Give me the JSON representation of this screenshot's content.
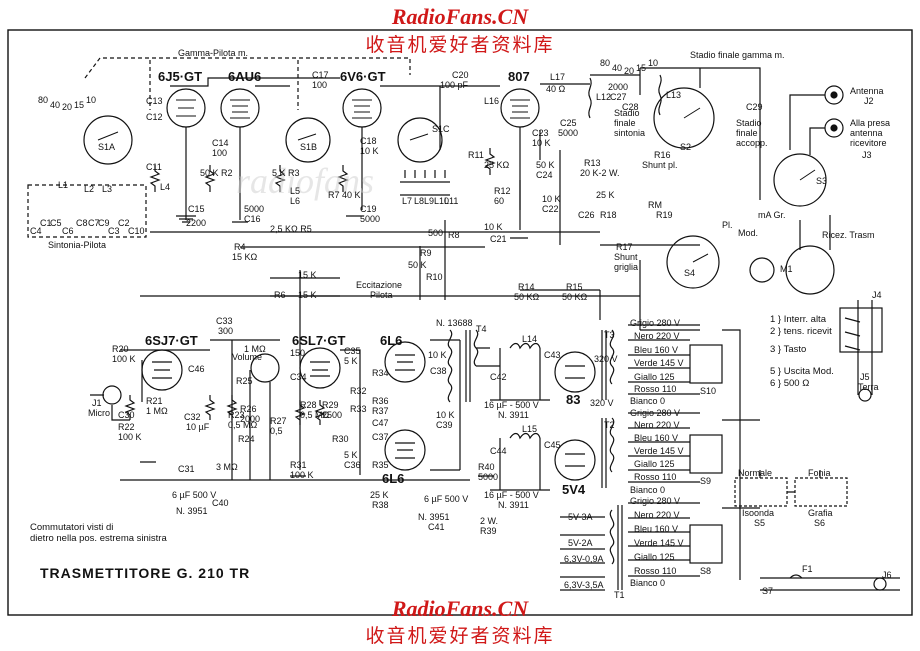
{
  "watermark": {
    "site": "RadioFans.CN",
    "cn": "收音机爱好者资料库"
  },
  "title": "TRASMETTITORE G. 210 TR",
  "note": [
    "Commutatori visti di",
    "dietro nella pos. estrema sinistra"
  ],
  "tubes": {
    "v1": "6J5·GT",
    "v2": "6AU6",
    "v3": "6V6·GT",
    "v4": "807",
    "v5": "6SJ7·GT",
    "v6": "6SL7·GT",
    "v7": "6L6",
    "v8": "6L6",
    "v9": "83",
    "v10": "5V4"
  },
  "groups": {
    "gamma_pilota": "Gamma-Pilota m.",
    "sintonia_pilota": "Sintonia-Pilota",
    "stadio_finale_gamma": "Stadio finale gamma m.",
    "stadio_finale_sintonia": [
      "Stadio",
      "finale",
      "sintonia"
    ],
    "stadio_finale_accopp": [
      "Stadio",
      "finale",
      "accopp."
    ],
    "eccitazione": [
      "Eccitazione",
      "Pilota"
    ],
    "ricez_trasm": "Ricez. Trasm",
    "antenna": "Antenna",
    "alla_presa": [
      "Alla presa",
      "antenna",
      "ricevitore"
    ],
    "micro": "Micro",
    "terra": "Terra",
    "normale": "Normale",
    "fonia": "Fonia",
    "isoonda": "Isoonda",
    "grafia": "Grafia",
    "shunt_pl": "Shunt pl.",
    "shunt_griglia": [
      "Shunt",
      "griglia"
    ],
    "volume": "Volume"
  },
  "dial_numbers_left": [
    "80",
    "40",
    "20",
    "15",
    "10"
  ],
  "dial_numbers_right": [
    "80",
    "40",
    "20",
    "15",
    "10"
  ],
  "connectors": {
    "j1": "J1",
    "j2": "J2",
    "j3": "J3",
    "j4": "J4",
    "j5": "J5",
    "j6": "J6"
  },
  "switch_legend": [
    "1 } Interr. alta",
    "2 } tens. ricevit",
    "3 } Tasto",
    "5 } Uscita Mod.",
    "6 } 500 Ω"
  ],
  "transformer_taps": {
    "t3": [
      "Grigio 280 V",
      "Nero 220 V",
      "Bleu 160 V",
      "Verde 145 V",
      "Giallo 125",
      "Rosso 110",
      "Bianco 0"
    ],
    "t2": [
      "Grigio 280 V",
      "Nero 220 V",
      "Bleu 160 V",
      "Verde 145 V",
      "Giallo 125",
      "Rosso 110",
      "Bianco 0"
    ],
    "t1": [
      "Grigio 280 V",
      "Nero 220 V",
      "Bleu 160 V",
      "Verde 145 V",
      "Giallo 125",
      "Rosso 110",
      "Bianco 0"
    ]
  },
  "t1_secondaries": [
    "5V-3A",
    "5V-2A",
    "6,3V-0,9A",
    "6,3V-3,5A"
  ],
  "components_top": {
    "c13": "C13",
    "c12": "C12",
    "c11": "C11",
    "c15": "C15",
    "c15v": "2200",
    "c14": "C14",
    "c14v": "100",
    "c16": "C16",
    "c16v": "5000",
    "c17": "C17",
    "c17v": "100",
    "c18": "C18",
    "c18v": "10 K",
    "c19": "C19",
    "c19v": "5000",
    "c20": "C20",
    "c20v": "100 pF",
    "r4": "R4",
    "r4v": "15 KΩ",
    "r5": "2,5 KΩ R5",
    "r6": "R6",
    "r6v": "15 K",
    "r7": "R7 40 K",
    "r8": "R8",
    "r8v": "500",
    "r9": "R9",
    "r10": "R10",
    "r10v": "50 K",
    "r11": "R11",
    "r11v": "25 KΩ",
    "r2": "50 K R2",
    "r3": "5 K R3",
    "l4": "L4",
    "l5": "L5",
    "l6": "L6",
    "l7": "L7",
    "l8": "L8",
    "l9": "L9",
    "l10": "L10",
    "l11": "L11",
    "s1a": "S1A",
    "s1b": "S1B",
    "s1c": "S1C",
    "l1": "L1",
    "l2": "L2",
    "l3": "L3",
    "c4": "C4",
    "c5": "C5",
    "c6": "C6",
    "c7": "C7",
    "c8": "C8",
    "c9": "C9",
    "c10": "C10",
    "c3": "C3",
    "c2": "C2",
    "c1": "C1"
  },
  "components_807": {
    "l16": "L16",
    "l17": "L17",
    "l17v": "40 Ω",
    "c23": "C23",
    "c23v": "10 K",
    "c24": "C24",
    "c24v": "50 K",
    "c25": "C25",
    "c25v": "5000",
    "l12": "L12",
    "r12": "R12",
    "r12v": "60",
    "c21": "C21",
    "c21v": "10 K",
    "c22": "C22",
    "c22v": "10 K",
    "r13": "R13",
    "r13v": "20 K-2 W.",
    "r16": "R16",
    "c26": "C26",
    "c26v": "25 K",
    "r18": "R18",
    "r19": "R19",
    "rm": "RM",
    "r17": "R17",
    "r14": "R14",
    "r14v": "50 KΩ",
    "r15": "R15",
    "r15v": "50 KΩ",
    "c27": "C27",
    "c27v": "2000",
    "c28": "C28",
    "c29": "C29",
    "s2": "S2",
    "s3": "S3",
    "s4": "S4",
    "m1": "M1",
    "l13": "L13",
    "mag": "mA Gr.",
    "pl": "Pl.",
    "mod": "Mod."
  },
  "components_audio": {
    "c33": "C33",
    "c33v": "300",
    "r20": "R20",
    "r20v": "100 K",
    "r21": "R21",
    "r21v": "1 MΩ",
    "r22": "R22",
    "r22v": "100 K",
    "c30": "C30",
    "c31": "C31",
    "c32": "C32",
    "c32v": "10 µF",
    "c46": "C46",
    "r23": "R23",
    "r23v": "0,5 MΩ",
    "r24": "R24",
    "r25": "R25",
    "r25v": "1 MΩ",
    "r26": "R26",
    "r26v": "2000",
    "r27": "R27",
    "r27v": "0,5",
    "r28": "R28",
    "r28v": "0,5 MΩ",
    "r29": "R29",
    "r29v": "2500",
    "r30": "R30",
    "r31": "R31",
    "r31v": "100 K",
    "c34": "C34",
    "c34v": "150",
    "c35": "C35",
    "c35v": "5 K",
    "c36": "C36",
    "c36v": "5 K",
    "c37": "C37",
    "c38": "C38",
    "c38v": "10 K",
    "c39": "C39",
    "c39v": "10 K",
    "c47": "C47",
    "r32": "R32",
    "r33": "R33",
    "r34": "R34",
    "r35": "R35",
    "r36": "R36",
    "r37": "R37",
    "r38": "R38",
    "r38v": "25 K",
    "r3m": "3 MΩ",
    "c40": "C40",
    "c40v": "6 µF 500 V",
    "c40n": "N. 3951",
    "c41": "C41",
    "c41v": "6 µF 500 V",
    "c41n": "N. 3951",
    "r39": "R39",
    "r39v": "2 W.",
    "r40": "R40",
    "r40v": "5000",
    "t4": "T4",
    "n13688": "N. 13688",
    "c42": "C42",
    "c43": "C43",
    "c44": "C44",
    "c45": "C45",
    "l14": "L14",
    "l15": "L15",
    "cap16a": "16 µF - 500 V",
    "cap16an": "N. 3911",
    "cap16b": "16 µF - 500 V",
    "cap16bn": "N. 3911",
    "v320a": "320 V",
    "v320b": "320 V",
    "t3": "T3",
    "t2": "T2",
    "t1": "T1",
    "s5": "S5",
    "s6": "S6",
    "s7": "S7",
    "s8": "S8",
    "s9": "S9",
    "s10": "S10",
    "f1": "F1"
  }
}
